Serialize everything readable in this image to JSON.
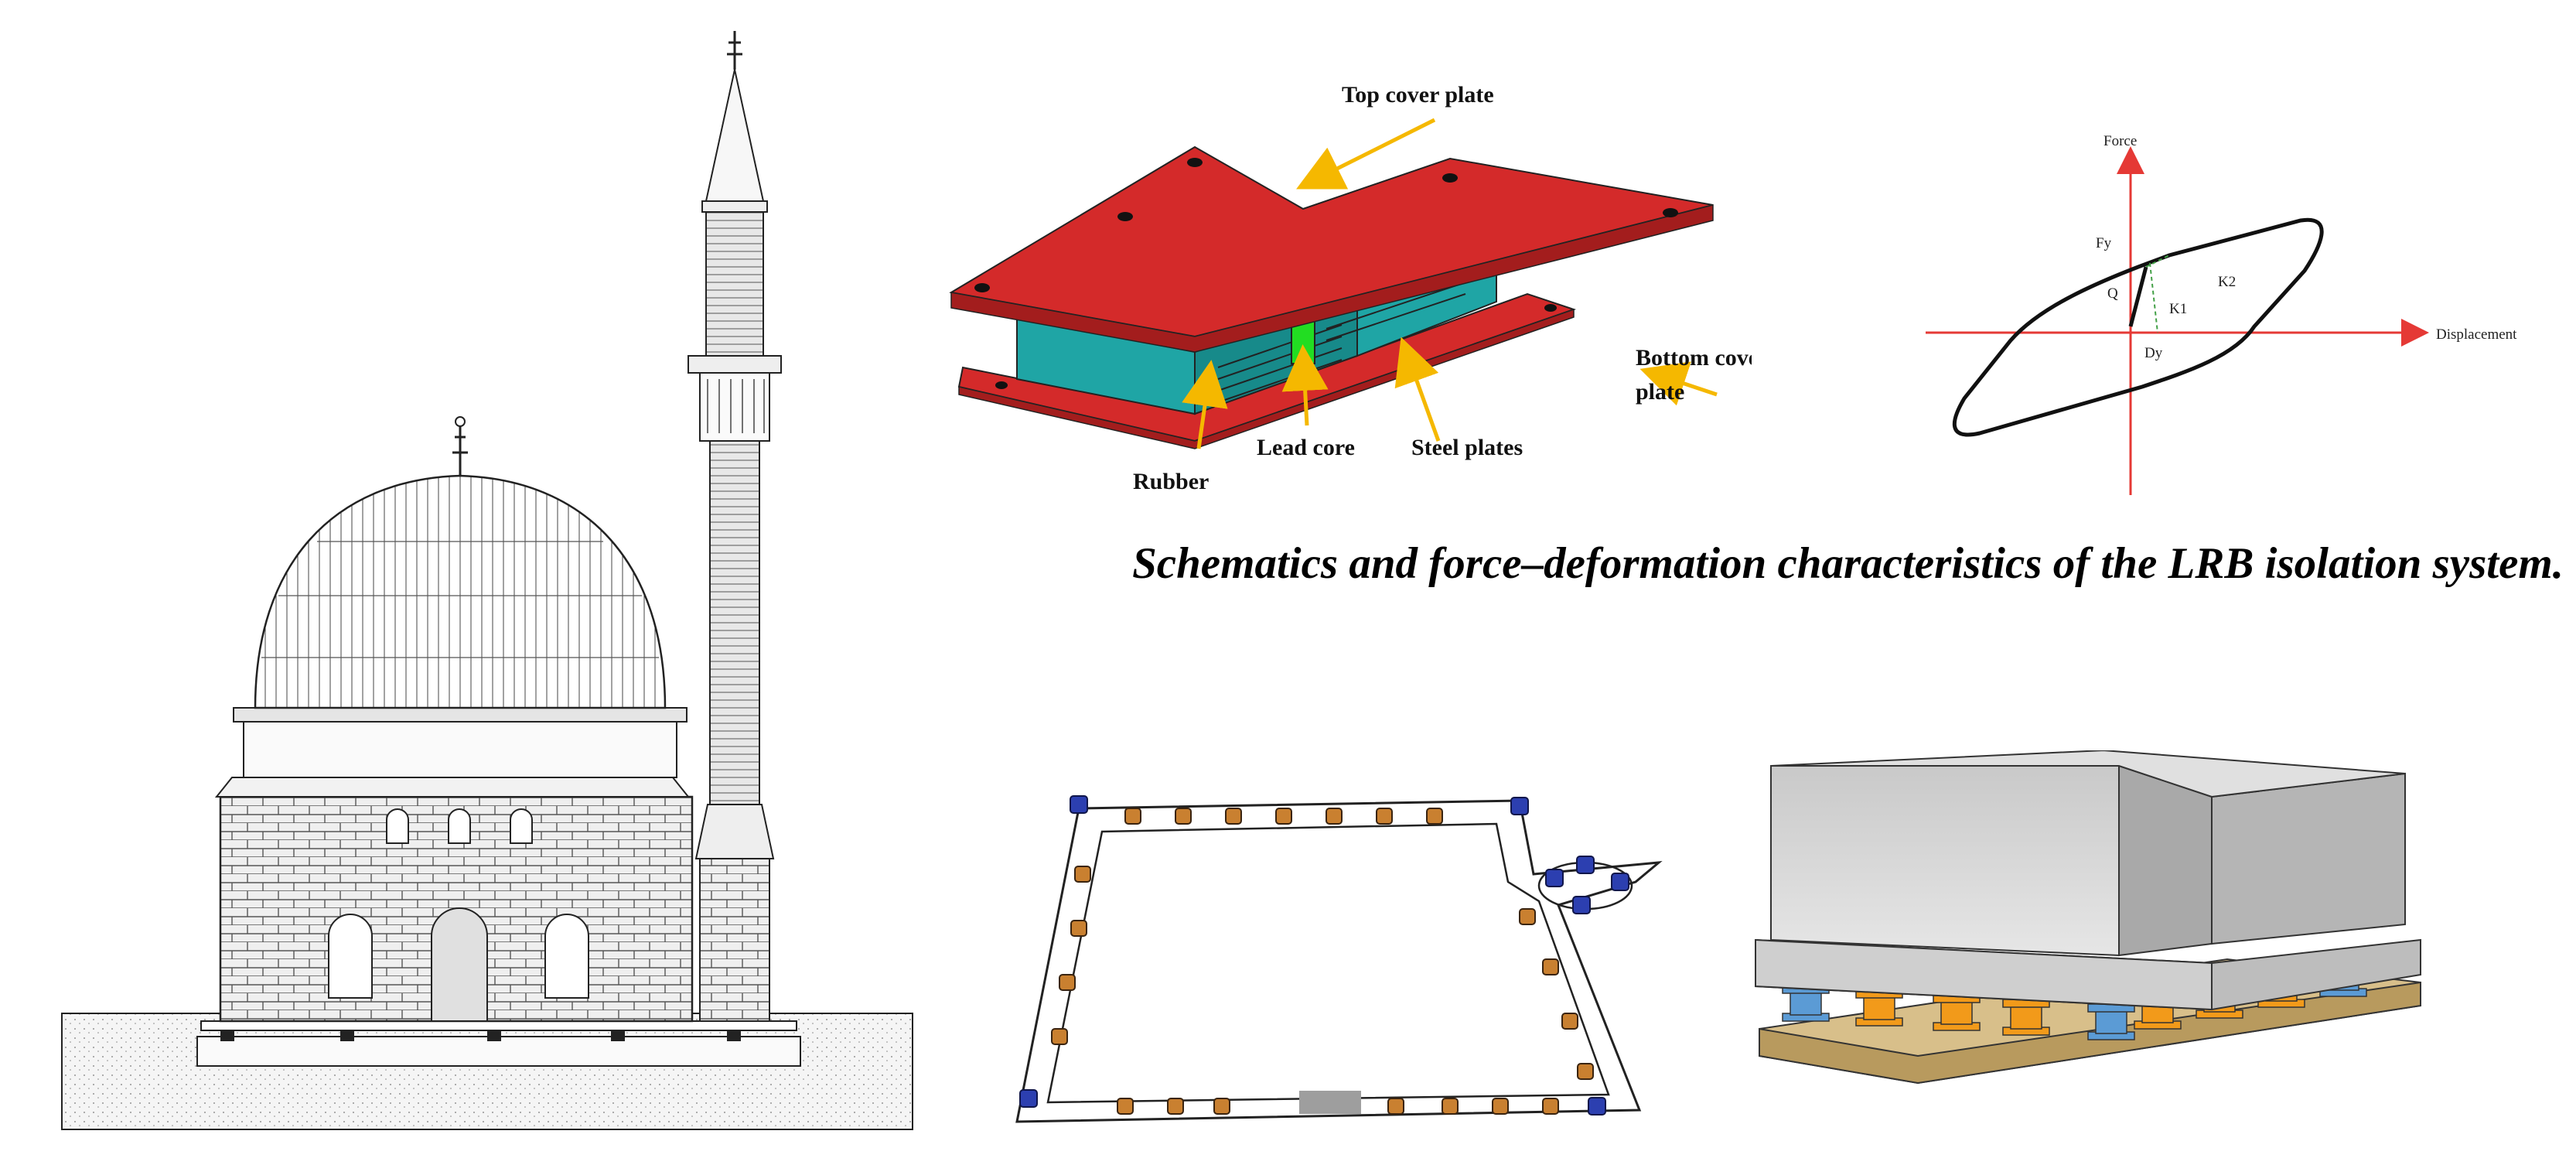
{
  "lrb_schematic": {
    "labels": {
      "top_cover_plate": "Top cover plate",
      "bottom_cover_plate_line1": "Bottom cover",
      "bottom_cover_plate_line2": "plate",
      "rubber": "Rubber",
      "lead_core": "Lead core",
      "steel_plates": "Steel plates"
    },
    "colors": {
      "plate": "#d42a2a",
      "rubber": "#1fa5a5",
      "lead_core": "#22dd22",
      "arrow": "#f5b800"
    }
  },
  "hysteresis": {
    "axis_x_label": "Displacement",
    "axis_y_label": "Force",
    "fy_label": "Fy",
    "q_label": "Q",
    "k1_label": "K1",
    "k2_label": "K2",
    "dy_label": "Dy",
    "colors": {
      "axes": "#e53935",
      "loop": "#111111",
      "guide": "#43a047"
    }
  },
  "caption": "Schematics and force–deformation characteristics of the LRB isolation system.",
  "isolator_layout": {
    "colors": {
      "lrb": "#c98030",
      "slider": "#2c3fb0",
      "door": "#9e9e9e"
    }
  },
  "isolated_wall": {
    "colors": {
      "wall": "#d8d8d8",
      "lrb": "#f29a1a",
      "slider": "#5b9bd5",
      "base": "#d8bf8a"
    }
  }
}
